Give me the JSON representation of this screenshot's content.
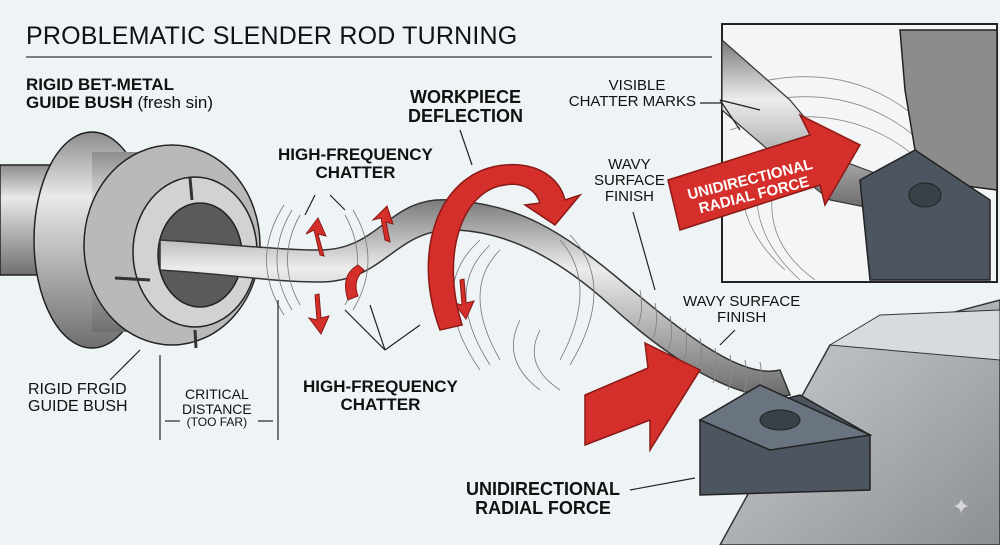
{
  "title": "PROBLEMATIC SLENDER ROD TURNING",
  "labels": {
    "guide_bush_top_line1": "RIGID BET-METAL",
    "guide_bush_top_line2": "GUIDE BUSH",
    "guide_bush_top_note": "(fresh sin)",
    "workpiece_deflection_line1": "WORKPIECE",
    "workpiece_deflection_line2": "DEFLECTION",
    "chatter_top_line1": "HIGH-FREQUENCY",
    "chatter_top_line2": "CHATTER",
    "chatter_bottom_line1": "HIGH-FREQUENCY",
    "chatter_bottom_line2": "CHATTER",
    "guide_bush_bottom_line1": "RIGID FRGID",
    "guide_bush_bottom_line2": "GUIDE BUSH",
    "critical_distance_line1": "CRITICAL",
    "critical_distance_line2": "DISTANCE",
    "critical_distance_note": "(TOO FAR)",
    "wavy_surface_mid_line1": "WAVY",
    "wavy_surface_mid_line2": "SURFACE",
    "wavy_surface_mid_line3": "FINISH",
    "visible_chatter_line1": "VISIBLE",
    "visible_chatter_line2": "CHATTER MARKS",
    "inset_force_line1": "UNIDIRECTIONAL",
    "inset_force_line2": "RADIAL FORCE",
    "wavy_surface_low_line1": "WAVY SURFACE",
    "wavy_surface_low_line2": "FINISH",
    "radial_force_bottom_line1": "UNIDIRECTIONAL",
    "radial_force_bottom_line2": "RADIAL FORCE"
  },
  "colors": {
    "background": "#eef3f6",
    "arrow_red": "#d42f2a",
    "arrow_red_dark": "#9e1c18",
    "metal_light": "#e3e3e3",
    "metal_mid": "#a9a9a9",
    "metal_dark": "#6e6e6e",
    "insert_dark": "#4c5560",
    "tool_holder": "#8a8a8a",
    "text": "#111111"
  }
}
